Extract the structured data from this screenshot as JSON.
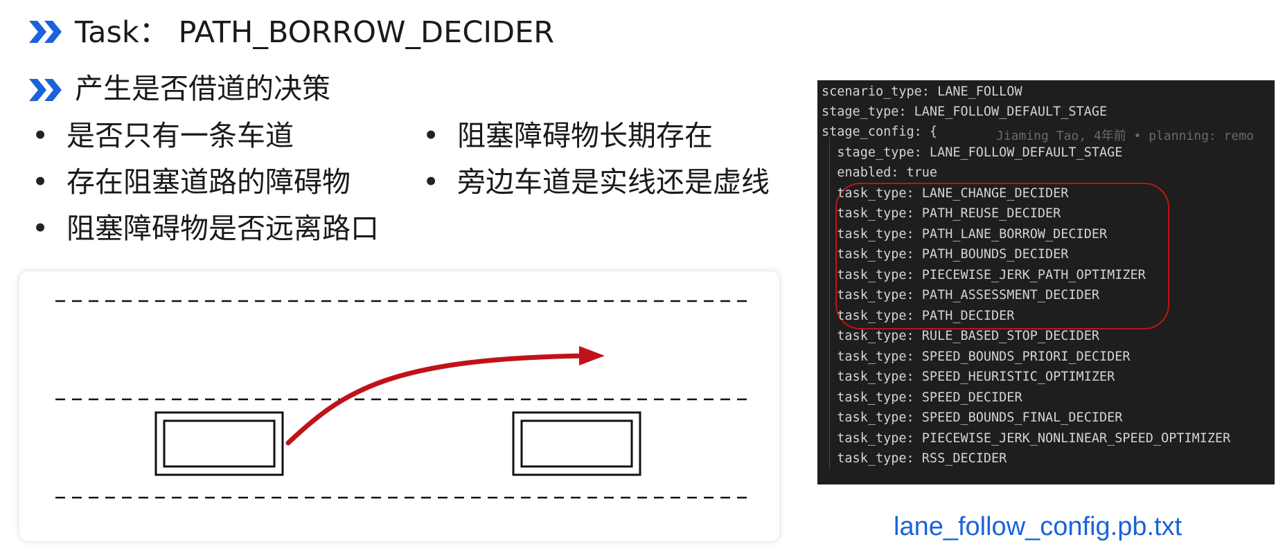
{
  "headings": {
    "task_title": "Task：  PATH_BORROW_DECIDER",
    "subtitle": "产生是否借道的决策"
  },
  "bullets": {
    "bullet_symbol": "•",
    "left": [
      "是否只有一条车道",
      "存在阻塞道路的障碍物",
      "阻塞障碍物是否远离路口"
    ],
    "right": [
      "阻塞障碍物长期存在",
      "旁边车道是实线还是虚线"
    ]
  },
  "code": {
    "lines": [
      "scenario_type: LANE_FOLLOW",
      "stage_type: LANE_FOLLOW_DEFAULT_STAGE",
      "stage_config: {",
      "  stage_type: LANE_FOLLOW_DEFAULT_STAGE",
      "  enabled: true",
      "  task_type: LANE_CHANGE_DECIDER",
      "  task_type: PATH_REUSE_DECIDER",
      "  task_type: PATH_LANE_BORROW_DECIDER",
      "  task_type: PATH_BOUNDS_DECIDER",
      "  task_type: PIECEWISE_JERK_PATH_OPTIMIZER",
      "  task_type: PATH_ASSESSMENT_DECIDER",
      "  task_type: PATH_DECIDER",
      "  task_type: RULE_BASED_STOP_DECIDER",
      "  task_type: SPEED_BOUNDS_PRIORI_DECIDER",
      "  task_type: SPEED_HEURISTIC_OPTIMIZER",
      "  task_type: SPEED_DECIDER",
      "  task_type: SPEED_BOUNDS_FINAL_DECIDER",
      "  task_type: PIECEWISE_JERK_NONLINEAR_SPEED_OPTIMIZER",
      "  task_type: RSS_DECIDER"
    ],
    "blame_annotation": "Jiaming Tao, 4年前 • planning: remo"
  },
  "filename": "lane_follow_config.pb.txt",
  "colors": {
    "accent_blue": "#1a63d8",
    "path_red": "#c0121a",
    "editor_bg": "#1e1e1e"
  }
}
